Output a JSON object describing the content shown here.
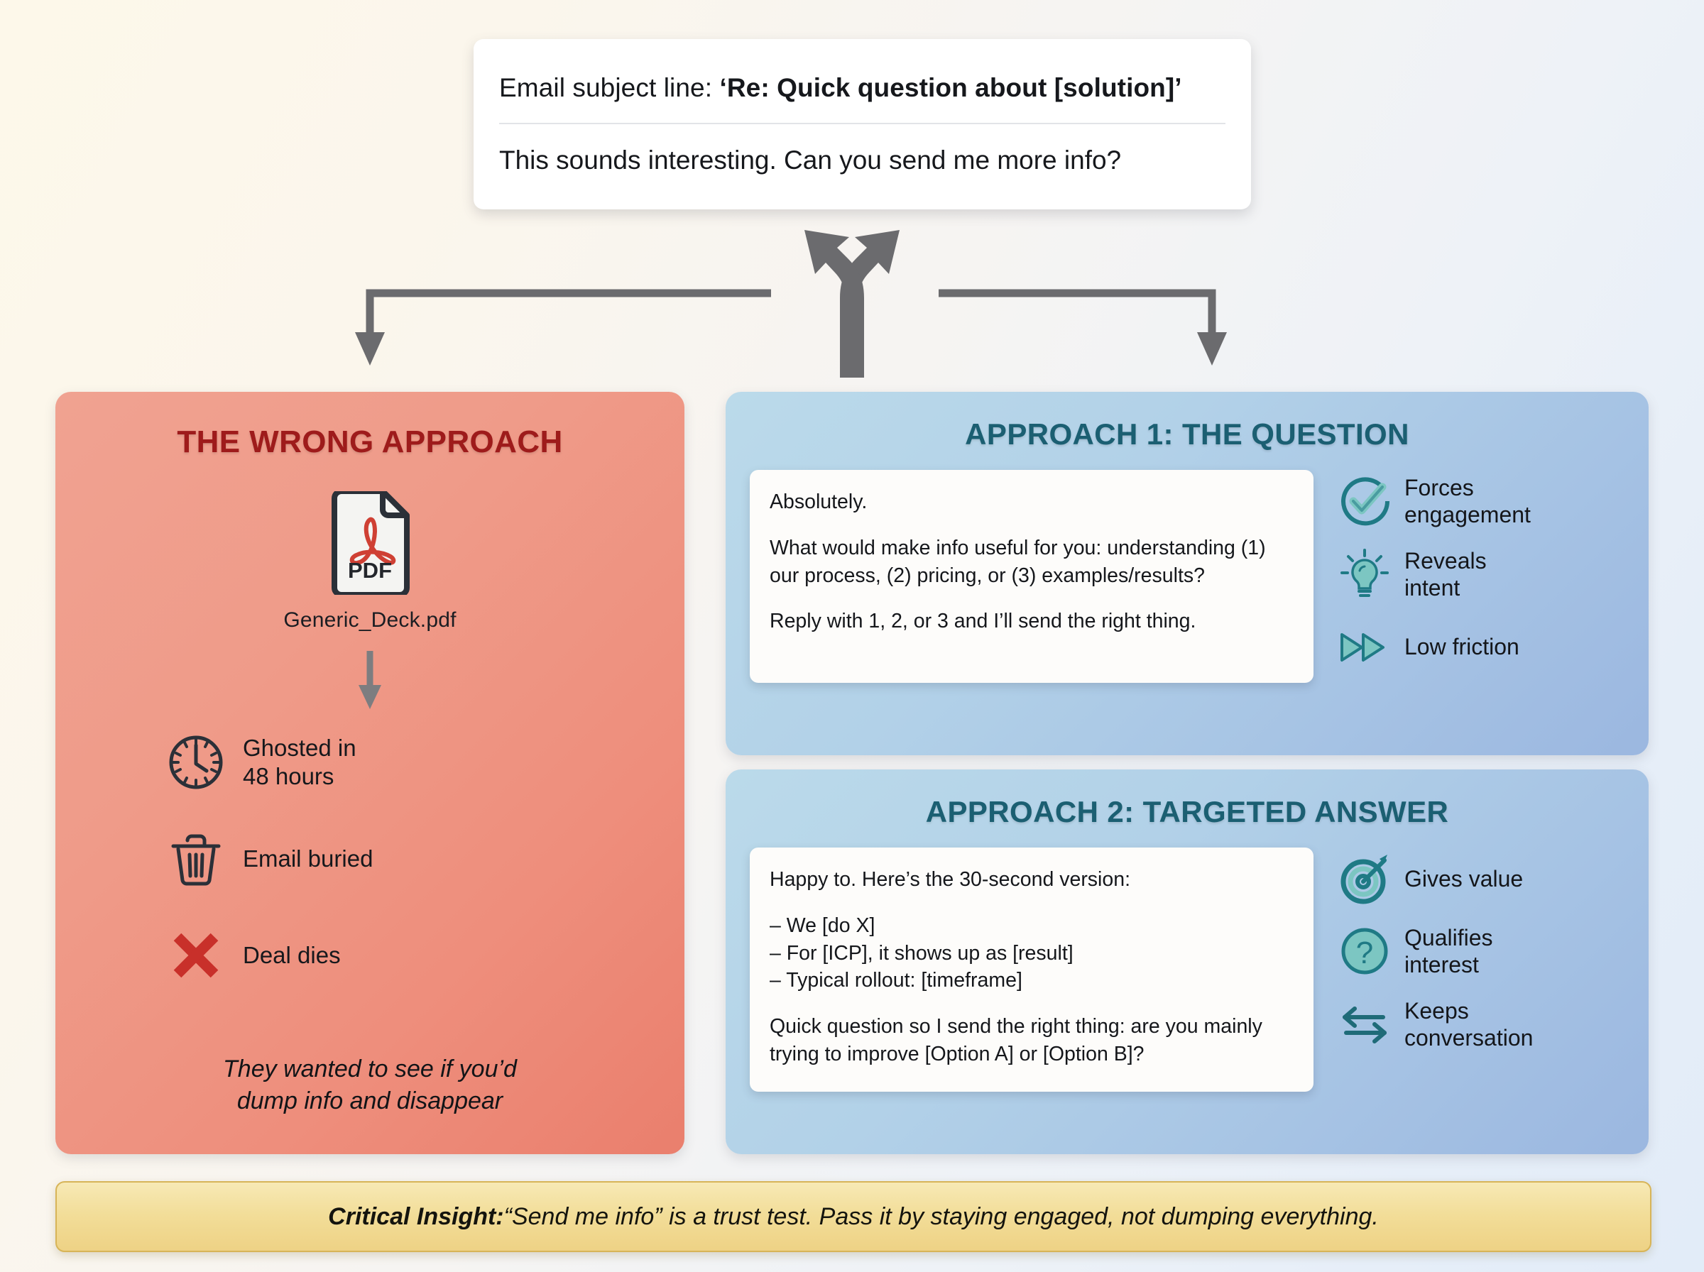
{
  "email": {
    "subject_prefix": "Email subject line: ",
    "subject_quoted": "‘Re: Quick question about [solution]’",
    "body": "This sounds interesting. Can you send me more info?"
  },
  "left_panel": {
    "title": "THE WRONG APPROACH",
    "attachment": {
      "icon": "pdf-file-icon",
      "label": "PDF",
      "filename": "Generic_Deck.pdf"
    },
    "items": [
      {
        "icon": "clock-icon",
        "label": "Ghosted in\n48 hours"
      },
      {
        "icon": "trash-icon",
        "label": "Email buried"
      },
      {
        "icon": "red-x-icon",
        "label": "Deal dies"
      }
    ],
    "footer": "They wanted to see if you’d\ndump info and disappear"
  },
  "approach1": {
    "title": "APPROACH 1: THE QUESTION",
    "message_lines": [
      "Absolutely.",
      "What would make info useful for you: understanding (1) our process, (2) pricing, or (3) examples/results?",
      "Reply with 1, 2, or 3 and I’ll send the right thing."
    ],
    "benefits": [
      {
        "icon": "check-circle-icon",
        "label": "Forces\nengagement"
      },
      {
        "icon": "lightbulb-icon",
        "label": "Reveals\nintent"
      },
      {
        "icon": "fast-forward-icon",
        "label": "Low friction"
      }
    ]
  },
  "approach2": {
    "title": "APPROACH 2: TARGETED ANSWER",
    "message_lines": [
      "Happy to. Here’s the 30-second version:",
      "– We [do X]",
      "– For [ICP], it shows up as [result]",
      "– Typical rollout: [timeframe]",
      "Quick question so I send the right thing: are you mainly trying to improve [Option A] or [Option B]?"
    ],
    "benefits": [
      {
        "icon": "target-icon",
        "label": "Gives value"
      },
      {
        "icon": "question-circle-icon",
        "label": "Qualifies\ninterest"
      },
      {
        "icon": "exchange-arrows-icon",
        "label": "Keeps\nconversation"
      }
    ]
  },
  "insight": {
    "label": "Critical Insight:",
    "text": " “Send me info” is a trust test. Pass it by staying engaged, not dumping everything."
  },
  "colors": {
    "red_panel": "#ee8e7c",
    "red_title": "#9e1b1b",
    "blue_panel": "#aecce6",
    "blue_title": "#1b5f72",
    "teal_icon": "#2b8a96",
    "teal_fill": "#7cc6c2",
    "gold_banner": "#f2dd98",
    "arrow_gray": "#6b6b6e"
  }
}
